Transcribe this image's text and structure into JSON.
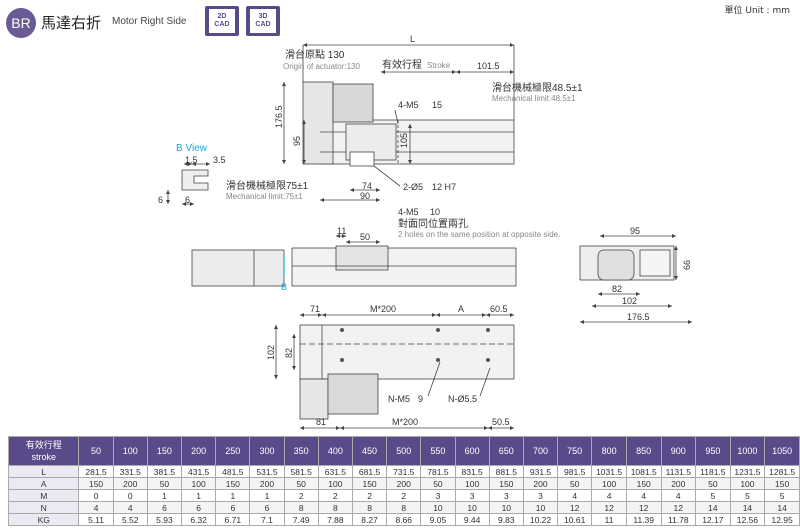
{
  "header": {
    "badge": "BR",
    "title_cn": "馬達右折",
    "title_en": "Motor Right Side",
    "cad_2d": [
      "2D",
      "CAD"
    ],
    "cad_3d": [
      "3D",
      "CAD"
    ],
    "unit": "單位 Unit : mm"
  },
  "drawing": {
    "dim_L": "L",
    "origin_cn": "滑台原點 130",
    "origin_en": "Origin of actuator:130",
    "stroke_cn": "有效行程",
    "stroke_en": "Stroke",
    "dim_101_5": "101.5",
    "mech_limit_right_cn": "滑台機械極限48.5±1",
    "mech_limit_right_en": "Mechanical limit:48.5±1",
    "dim_4m5x15": "4-M5",
    "dim_4m5x15_b": "15",
    "dim_176_5_v": "176.5",
    "dim_95_v": "95",
    "dim_105_v": "105",
    "b_view": "B View",
    "dim_1_5": "1.5",
    "dim_3_5": "3.5",
    "dim_6a": "6",
    "dim_6b": "6",
    "mech_limit_left_cn": "滑台機械極限75±1",
    "mech_limit_left_en": "Mechanical limit:75±1",
    "dim_74": "74",
    "dim_90": "90",
    "dim_2phi5": "2-Ø5",
    "dim_2phi5_b": "12 H7",
    "side_4m5": "4-M5",
    "side_4m5_b": "10",
    "side_holes_cn": "對面同位置兩孔",
    "side_holes_en": "2 holes on the same position at opposite side.",
    "dim_11": "11",
    "dim_50": "50",
    "b_arrow": "B",
    "end_95": "95",
    "end_66": "66",
    "end_82": "82",
    "end_102": "102",
    "end_176_5": "176.5",
    "bot_71": "71",
    "bot_m200_top": "M*200",
    "bot_A": "A",
    "bot_60_5": "60.5",
    "bot_102": "102",
    "bot_82": "82",
    "bot_nm5": "N-M5",
    "bot_nm5_b": "9",
    "bot_nphi5": "N-Ø5.5",
    "bot_81": "81",
    "bot_m200_bot": "M*200",
    "bot_50_5": "50.5"
  },
  "table": {
    "header_cn": "有效行程",
    "header_en": "stroke",
    "strokes": [
      "50",
      "100",
      "150",
      "200",
      "250",
      "300",
      "350",
      "400",
      "450",
      "500",
      "550",
      "600",
      "650",
      "700",
      "750",
      "800",
      "850",
      "900",
      "950",
      "1000",
      "1050"
    ],
    "rows": [
      {
        "label": "L",
        "values": [
          "281.5",
          "331.5",
          "381.5",
          "431.5",
          "481.5",
          "531.5",
          "581.5",
          "631.5",
          "681.5",
          "731.5",
          "781.5",
          "831.5",
          "881.5",
          "931.5",
          "981.5",
          "1031.5",
          "1081.5",
          "1131.5",
          "1181.5",
          "1231.5",
          "1281.5"
        ]
      },
      {
        "label": "A",
        "values": [
          "150",
          "200",
          "50",
          "100",
          "150",
          "200",
          "50",
          "100",
          "150",
          "200",
          "50",
          "100",
          "150",
          "200",
          "50",
          "100",
          "150",
          "200",
          "50",
          "100",
          "150"
        ]
      },
      {
        "label": "M",
        "values": [
          "0",
          "0",
          "1",
          "1",
          "1",
          "1",
          "2",
          "2",
          "2",
          "2",
          "3",
          "3",
          "3",
          "3",
          "4",
          "4",
          "4",
          "4",
          "5",
          "5",
          "5"
        ]
      },
      {
        "label": "N",
        "values": [
          "4",
          "4",
          "6",
          "6",
          "6",
          "6",
          "8",
          "8",
          "8",
          "8",
          "10",
          "10",
          "10",
          "10",
          "12",
          "12",
          "12",
          "12",
          "14",
          "14",
          "14"
        ]
      },
      {
        "label": "KG",
        "values": [
          "5.11",
          "5.52",
          "5.93",
          "6.32",
          "6.71",
          "7.1",
          "7.49",
          "7.88",
          "8.27",
          "8.66",
          "9.05",
          "9.44",
          "9.83",
          "10.22",
          "10.61",
          "11",
          "11.39",
          "11.78",
          "12.17",
          "12.56",
          "12.95"
        ]
      }
    ]
  }
}
